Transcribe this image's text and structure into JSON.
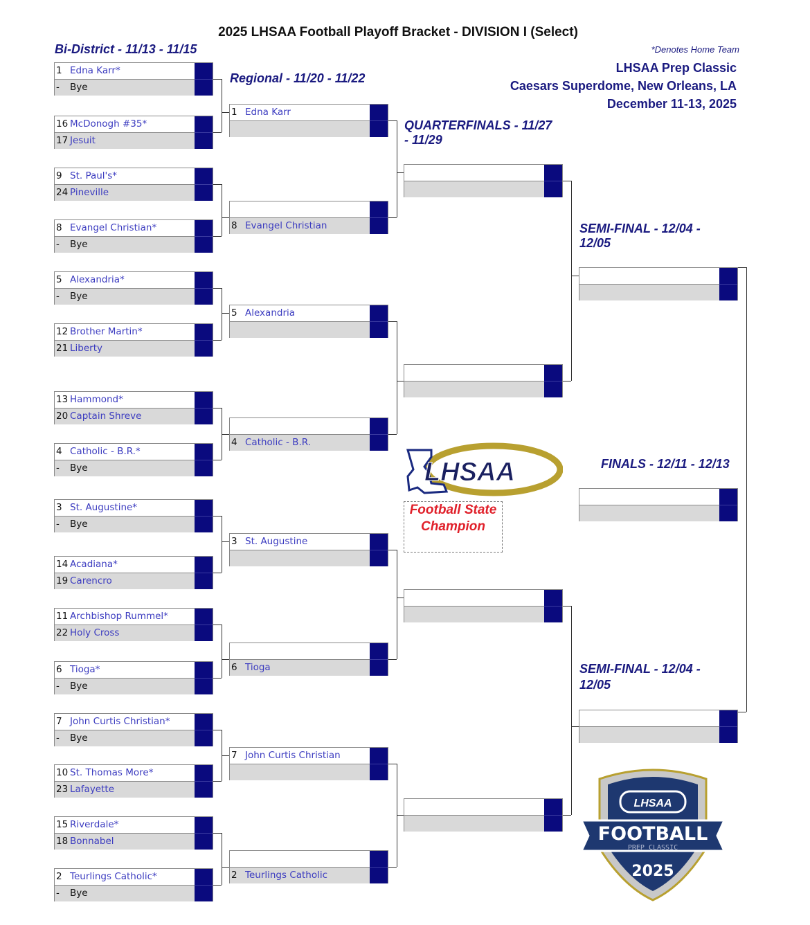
{
  "title": "2025 LHSAA Football Playoff Bracket - DIVISION I (Select)",
  "rounds_headers": {
    "bi_district": {
      "label": "Bi-District",
      "dates": " - 11/13 - 11/15"
    },
    "regional": {
      "label": "Regional",
      "dates": " - 11/20 - 11/22"
    },
    "quarterfinals": {
      "label": "QUARTERFINALS - 11/27",
      "dates": "- 11/29"
    },
    "semi_top": {
      "label": "SEMI-FINAL",
      "dates": " - 12/04 -",
      "line2": "12/05"
    },
    "semi_bottom": {
      "label": "SEMI-FINAL",
      "dates": " - 12/04 -",
      "line2": "12/05"
    },
    "finals": {
      "label": "FINALS",
      "dates": " - 12/11 - 12/13"
    }
  },
  "home_note": "*Denotes Home Team",
  "event_info": [
    "LHSAA Prep Classic",
    "Caesars Superdome, New Orleans, LA",
    "December 11-13, 2025"
  ],
  "champion_label": "Football State Champion",
  "logos": {
    "lhsaa": "LHSAA",
    "badge": {
      "lhsaa": "LHSAA",
      "main": "FOOTBALL",
      "sub": "PREP CLASSIC",
      "year": "2025"
    }
  },
  "colors": {
    "navy": "#0a0a7e",
    "team_text": "#3c3cc0",
    "header": "#1a1a80",
    "champion": "#e0202a",
    "gold": "#b8a030"
  },
  "bi_district": [
    [
      {
        "seed": "1",
        "name": "Edna Karr*"
      },
      {
        "seed": "-",
        "name": "Bye",
        "bye": true
      }
    ],
    [
      {
        "seed": "16",
        "name": "McDonogh #35*"
      },
      {
        "seed": "17",
        "name": "Jesuit"
      }
    ],
    [
      {
        "seed": "9",
        "name": "St. Paul's*"
      },
      {
        "seed": "24",
        "name": "Pineville"
      }
    ],
    [
      {
        "seed": "8",
        "name": "Evangel Christian*"
      },
      {
        "seed": "-",
        "name": "Bye",
        "bye": true
      }
    ],
    [
      {
        "seed": "5",
        "name": "Alexandria*"
      },
      {
        "seed": "-",
        "name": "Bye",
        "bye": true
      }
    ],
    [
      {
        "seed": "12",
        "name": "Brother Martin*"
      },
      {
        "seed": "21",
        "name": "Liberty"
      }
    ],
    [
      {
        "seed": "13",
        "name": "Hammond*"
      },
      {
        "seed": "20",
        "name": "Captain Shreve"
      }
    ],
    [
      {
        "seed": "4",
        "name": "Catholic - B.R.*"
      },
      {
        "seed": "-",
        "name": "Bye",
        "bye": true
      }
    ],
    [
      {
        "seed": "3",
        "name": "St. Augustine*"
      },
      {
        "seed": "-",
        "name": "Bye",
        "bye": true
      }
    ],
    [
      {
        "seed": "14",
        "name": "Acadiana*"
      },
      {
        "seed": "19",
        "name": "Carencro"
      }
    ],
    [
      {
        "seed": "11",
        "name": "Archbishop Rummel*"
      },
      {
        "seed": "22",
        "name": "Holy Cross"
      }
    ],
    [
      {
        "seed": "6",
        "name": "Tioga*"
      },
      {
        "seed": "-",
        "name": "Bye",
        "bye": true
      }
    ],
    [
      {
        "seed": "7",
        "name": "John Curtis Christian*"
      },
      {
        "seed": "-",
        "name": "Bye",
        "bye": true
      }
    ],
    [
      {
        "seed": "10",
        "name": "St. Thomas More*"
      },
      {
        "seed": "23",
        "name": "Lafayette"
      }
    ],
    [
      {
        "seed": "15",
        "name": "Riverdale*"
      },
      {
        "seed": "18",
        "name": "Bonnabel"
      }
    ],
    [
      {
        "seed": "2",
        "name": "Teurlings Catholic*"
      },
      {
        "seed": "-",
        "name": "Bye",
        "bye": true
      }
    ]
  ],
  "regional": [
    [
      {
        "seed": "1",
        "name": "Edna Karr"
      },
      {
        "seed": "",
        "name": ""
      }
    ],
    [
      {
        "seed": "",
        "name": ""
      },
      {
        "seed": "8",
        "name": "Evangel Christian"
      }
    ],
    [
      {
        "seed": "5",
        "name": "Alexandria"
      },
      {
        "seed": "",
        "name": ""
      }
    ],
    [
      {
        "seed": "",
        "name": ""
      },
      {
        "seed": "4",
        "name": "Catholic - B.R."
      }
    ],
    [
      {
        "seed": "3",
        "name": "St. Augustine"
      },
      {
        "seed": "",
        "name": ""
      }
    ],
    [
      {
        "seed": "",
        "name": ""
      },
      {
        "seed": "6",
        "name": "Tioga"
      }
    ],
    [
      {
        "seed": "7",
        "name": "John Curtis Christian"
      },
      {
        "seed": "",
        "name": ""
      }
    ],
    [
      {
        "seed": "",
        "name": ""
      },
      {
        "seed": "2",
        "name": "Teurlings Catholic"
      }
    ]
  ],
  "quarterfinals": [
    [
      {
        "seed": "",
        "name": ""
      },
      {
        "seed": "",
        "name": ""
      }
    ],
    [
      {
        "seed": "",
        "name": ""
      },
      {
        "seed": "",
        "name": ""
      }
    ],
    [
      {
        "seed": "",
        "name": ""
      },
      {
        "seed": "",
        "name": ""
      }
    ],
    [
      {
        "seed": "",
        "name": ""
      },
      {
        "seed": "",
        "name": ""
      }
    ]
  ],
  "semifinals": [
    [
      {
        "seed": "",
        "name": ""
      },
      {
        "seed": "",
        "name": ""
      }
    ],
    [
      {
        "seed": "",
        "name": ""
      },
      {
        "seed": "",
        "name": ""
      }
    ]
  ],
  "finals": [
    [
      {
        "seed": "",
        "name": ""
      },
      {
        "seed": "",
        "name": ""
      }
    ]
  ]
}
